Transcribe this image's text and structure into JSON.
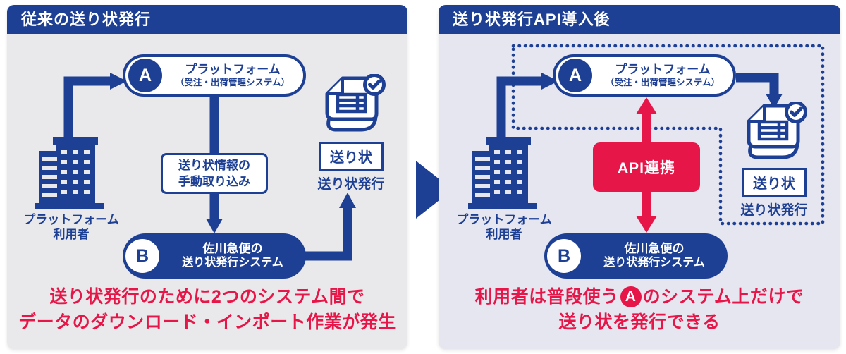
{
  "colors": {
    "blue": "#1e4094",
    "red": "#e61648",
    "panel_left_bg": "#e9e9eb",
    "panel_right_bg": "#e5e6f0"
  },
  "left": {
    "header": "従来の送り状発行",
    "platform_user": {
      "line1": "プラットフォーム",
      "line2": "利用者"
    },
    "pill_a": {
      "badge": "A",
      "line1": "プラットフォーム",
      "line2": "（受注・出荷管理システム）"
    },
    "manual_box": {
      "line1": "送り状情報の",
      "line2": "手動取り込み"
    },
    "pill_b": {
      "badge": "B",
      "line1": "佐川急便の",
      "line2": "送り状発行システム"
    },
    "invoice": {
      "label": "送り状",
      "issue": "送り状発行"
    },
    "caption": {
      "line1": "送り状発行のために2つのシステム間で",
      "line2": "データのダウンロード・インポート作業が発生"
    }
  },
  "right": {
    "header": "送り状発行API導入後",
    "platform_user": {
      "line1": "プラットフォーム",
      "line2": "利用者"
    },
    "pill_a": {
      "badge": "A",
      "line1": "プラットフォーム",
      "line2": "（受注・出荷管理システム）"
    },
    "api_box": {
      "label": "API連携"
    },
    "pill_b": {
      "badge": "B",
      "line1": "佐川急便の",
      "line2": "送り状発行システム"
    },
    "invoice": {
      "label": "送り状",
      "issue": "送り状発行"
    },
    "caption": {
      "pre": "利用者は普段使う",
      "badge": "A",
      "post": "のシステム上だけで",
      "line2": "送り状を発行できる"
    }
  }
}
